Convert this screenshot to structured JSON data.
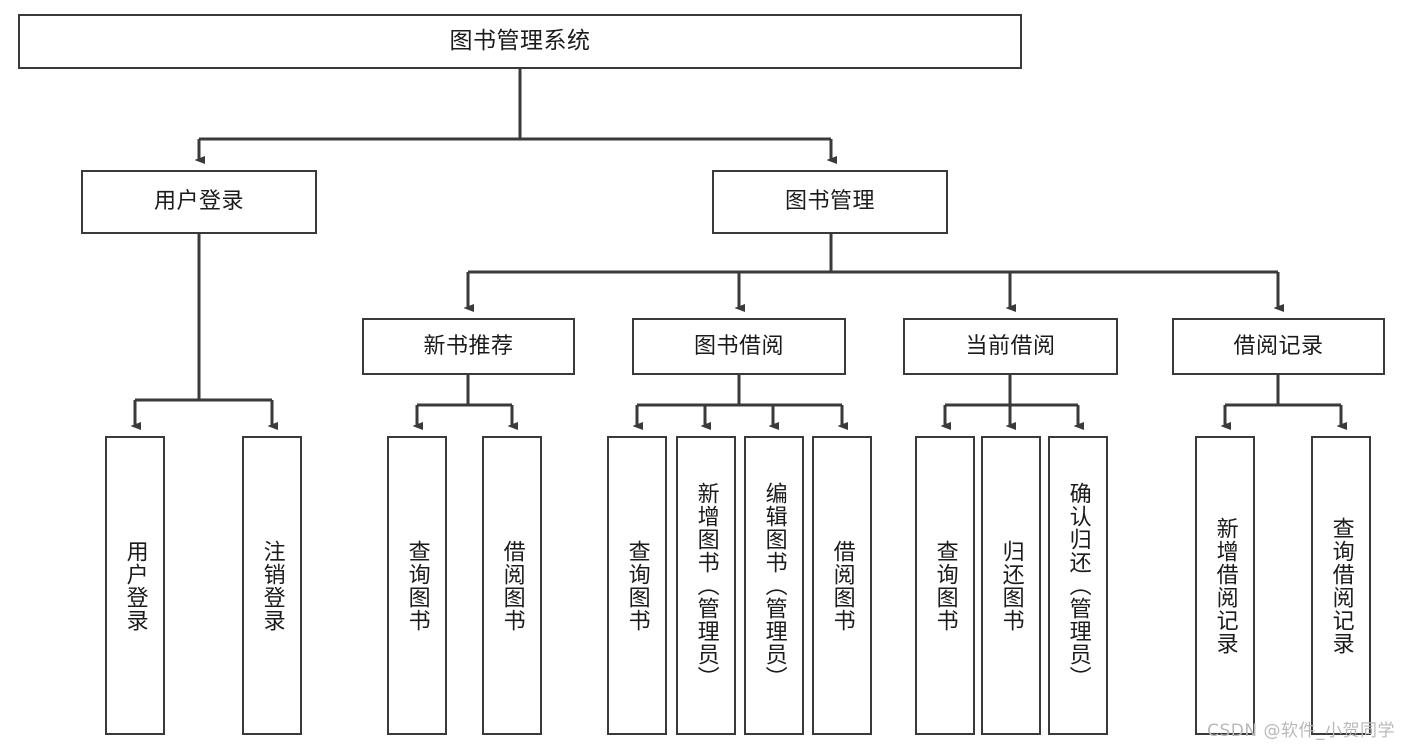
{
  "diagram": {
    "title": "图书管理系统",
    "type": "hierarchy-tree",
    "watermark": "CSDN @软件_小贺同学",
    "colors": {
      "box_border": "#3a3a3a",
      "box_fill": "#ffffff",
      "connector": "#3a3a3a",
      "text": "#1b1b1b",
      "watermark": "#b9b9b9"
    },
    "levels": {
      "level1": [
        "图书管理系统"
      ],
      "level2": [
        "用户登录",
        "图书管理"
      ],
      "level3": [
        "新书推荐",
        "图书借阅",
        "当前借阅",
        "借阅记录"
      ],
      "level4": [
        "用户登录",
        "注销登录",
        "查询图书",
        "借阅图书",
        "查询图书",
        "新增图书（管理员）",
        "编辑图书（管理员）",
        "借阅图书",
        "查询图书",
        "归还图书",
        "确认归还（管理员）",
        "新增借阅记录",
        "查询借阅记录"
      ]
    },
    "nodes": {
      "root": {
        "label": "图书管理系统"
      },
      "user_login": {
        "label": "用户登录"
      },
      "book_manage": {
        "label": "图书管理"
      },
      "new_book_rec": {
        "label": "新书推荐"
      },
      "book_borrow": {
        "label": "图书借阅"
      },
      "current_borrow": {
        "label": "当前借阅"
      },
      "borrow_record": {
        "label": "借阅记录"
      },
      "leaf_user_login": {
        "label": "用户登录"
      },
      "leaf_logout": {
        "label": "注销登录"
      },
      "leaf_query_book_1": {
        "label": "查询图书"
      },
      "leaf_borrow_book_1": {
        "label": "借阅图书"
      },
      "leaf_query_book_2": {
        "label": "查询图书"
      },
      "leaf_add_book": {
        "label": "新增图书（管理员）"
      },
      "leaf_edit_book": {
        "label": "编辑图书（管理员）"
      },
      "leaf_borrow_book_2": {
        "label": "借阅图书"
      },
      "leaf_query_book_3": {
        "label": "查询图书"
      },
      "leaf_return_book": {
        "label": "归还图书"
      },
      "leaf_confirm_return": {
        "label": "确认归还（管理员）"
      },
      "leaf_add_record": {
        "label": "新增借阅记录"
      },
      "leaf_query_record": {
        "label": "查询借阅记录"
      }
    }
  }
}
